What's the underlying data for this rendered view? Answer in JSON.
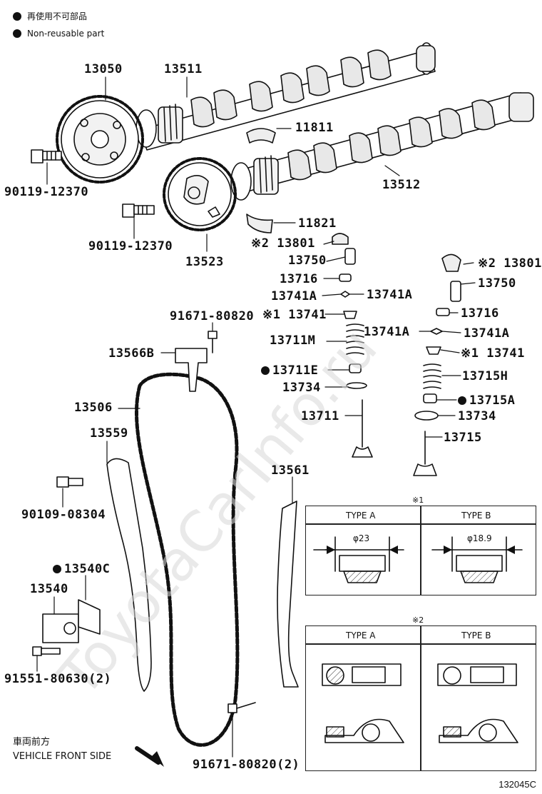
{
  "legend": {
    "symbol": "●",
    "text_ja": "再使用不可部品",
    "text_en": "Non-reusable part"
  },
  "parts": {
    "p13050": "13050",
    "p13511": "13511",
    "p11811": "11811",
    "p13512": "13512",
    "p90119a": "90119-12370",
    "p90119b": "90119-12370",
    "p13523": "13523",
    "p11821": "11821",
    "p13801l": "※2 13801",
    "p13750l": "13750",
    "p13716l": "13716",
    "p13741Al": "13741A",
    "p13741Ar": "13741A",
    "p13741l": "※1 13741",
    "p13711M": "13711M",
    "p13711E": "13711E",
    "p13734l": "13734",
    "p13711": "13711",
    "p13801r": "※2 13801",
    "p13750r": "13750",
    "p13716r": "13716",
    "p13741A2l": "13741A",
    "p13741A2r": "13741A",
    "p13741r": "※1 13741",
    "p13715H": "13715H",
    "p13715A": "13715A",
    "p13734r": "13734",
    "p13715": "13715",
    "p91671a": "91671-80820",
    "p13566B": "13566B",
    "p13506": "13506",
    "p13559": "13559",
    "p90109": "90109-08304",
    "p13540C": "13540C",
    "p13540": "13540",
    "p91551": "91551-80630(2)",
    "p13561": "13561",
    "p91671b": "91671-80820(2)"
  },
  "table1": {
    "mark": "※1",
    "type_a": "TYPE A",
    "type_b": "TYPE B",
    "dim_a": "φ23",
    "dim_b": "φ18.9"
  },
  "table2": {
    "mark": "※2",
    "type_a": "TYPE A",
    "type_b": "TYPE B"
  },
  "direction": {
    "ja": "車両前方",
    "en": "VEHICLE FRONT SIDE"
  },
  "footer_code": "132045C",
  "watermark": "ToyotaCarInfo.ru"
}
